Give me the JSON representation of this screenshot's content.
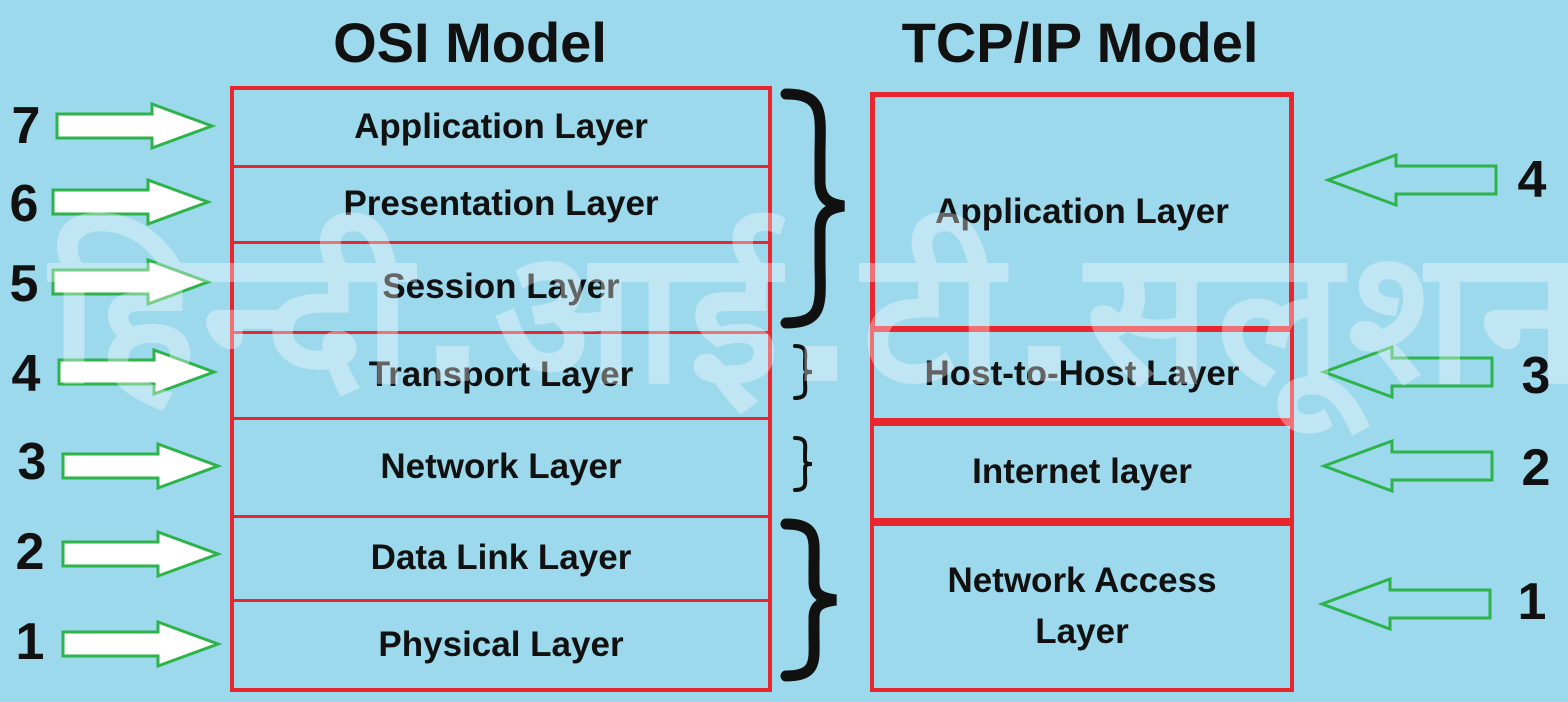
{
  "osi": {
    "title": "OSI Model",
    "layers": [
      {
        "number": "7",
        "label": "Application Layer"
      },
      {
        "number": "6",
        "label": "Presentation Layer"
      },
      {
        "number": "5",
        "label": "Session Layer"
      },
      {
        "number": "4",
        "label": "Transport Layer"
      },
      {
        "number": "3",
        "label": "Network Layer"
      },
      {
        "number": "2",
        "label": "Data Link Layer"
      },
      {
        "number": "1",
        "label": "Physical Layer"
      }
    ]
  },
  "tcp": {
    "title": "TCP/IP Model",
    "layers": [
      {
        "number": "4",
        "label": "Application Layer"
      },
      {
        "number": "3",
        "label": "Host-to-Host Layer"
      },
      {
        "number": "2",
        "label": "Internet layer"
      },
      {
        "number": "1",
        "label": "Network Access Layer"
      }
    ]
  },
  "watermark": "हिन्दी.आई.टी.सलूशन",
  "colors": {
    "background": "#9dd9ec",
    "border": "#e8262d",
    "arrow_outline": "#2db34a",
    "text": "#111111"
  }
}
